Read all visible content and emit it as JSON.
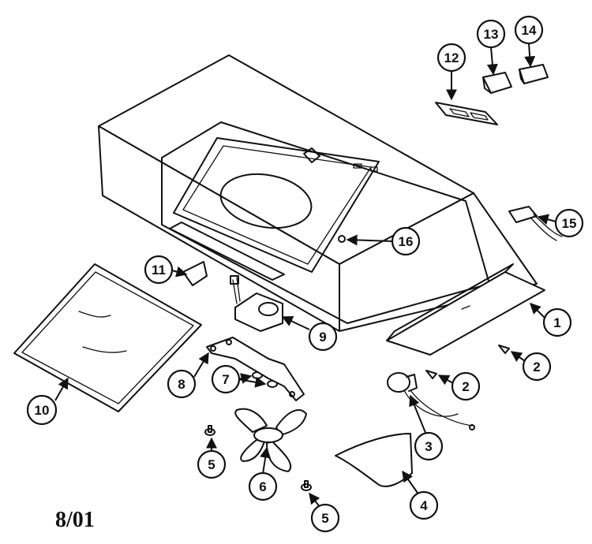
{
  "callouts": [
    {
      "label": "1"
    },
    {
      "label": "2"
    },
    {
      "label": "2"
    },
    {
      "label": "3"
    },
    {
      "label": "4"
    },
    {
      "label": "5"
    },
    {
      "label": "5"
    },
    {
      "label": "6"
    },
    {
      "label": "7"
    },
    {
      "label": "8"
    },
    {
      "label": "9"
    },
    {
      "label": "10"
    },
    {
      "label": "11"
    },
    {
      "label": "12"
    },
    {
      "label": "13"
    },
    {
      "label": "14"
    },
    {
      "label": "15"
    },
    {
      "label": "16"
    }
  ],
  "date_code": "8/01"
}
